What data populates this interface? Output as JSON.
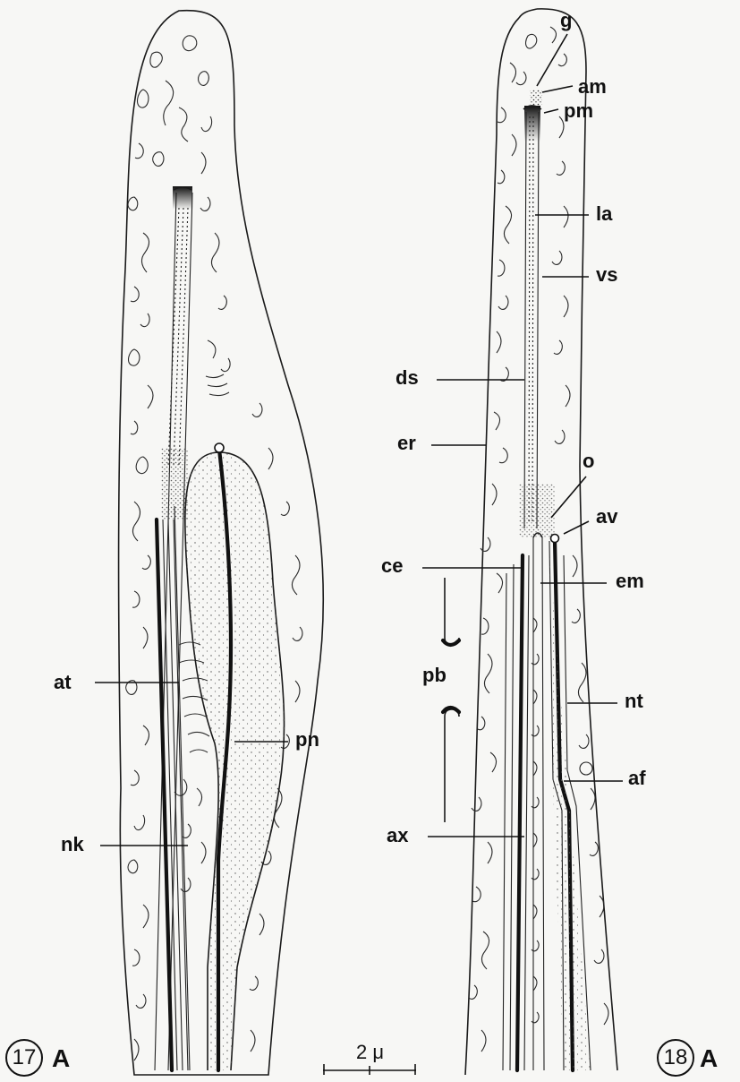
{
  "figures": [
    {
      "number": "17",
      "panel": "A"
    },
    {
      "number": "18",
      "panel": "A"
    }
  ],
  "scale_bar": {
    "label": "2 μ"
  },
  "labels_fig17": [
    "at",
    "nk",
    "pn"
  ],
  "labels_fig18": [
    "g",
    "am",
    "pm",
    "la",
    "vs",
    "ds",
    "er",
    "o",
    "av",
    "ce",
    "em",
    "pb",
    "nt",
    "af",
    "ax"
  ]
}
